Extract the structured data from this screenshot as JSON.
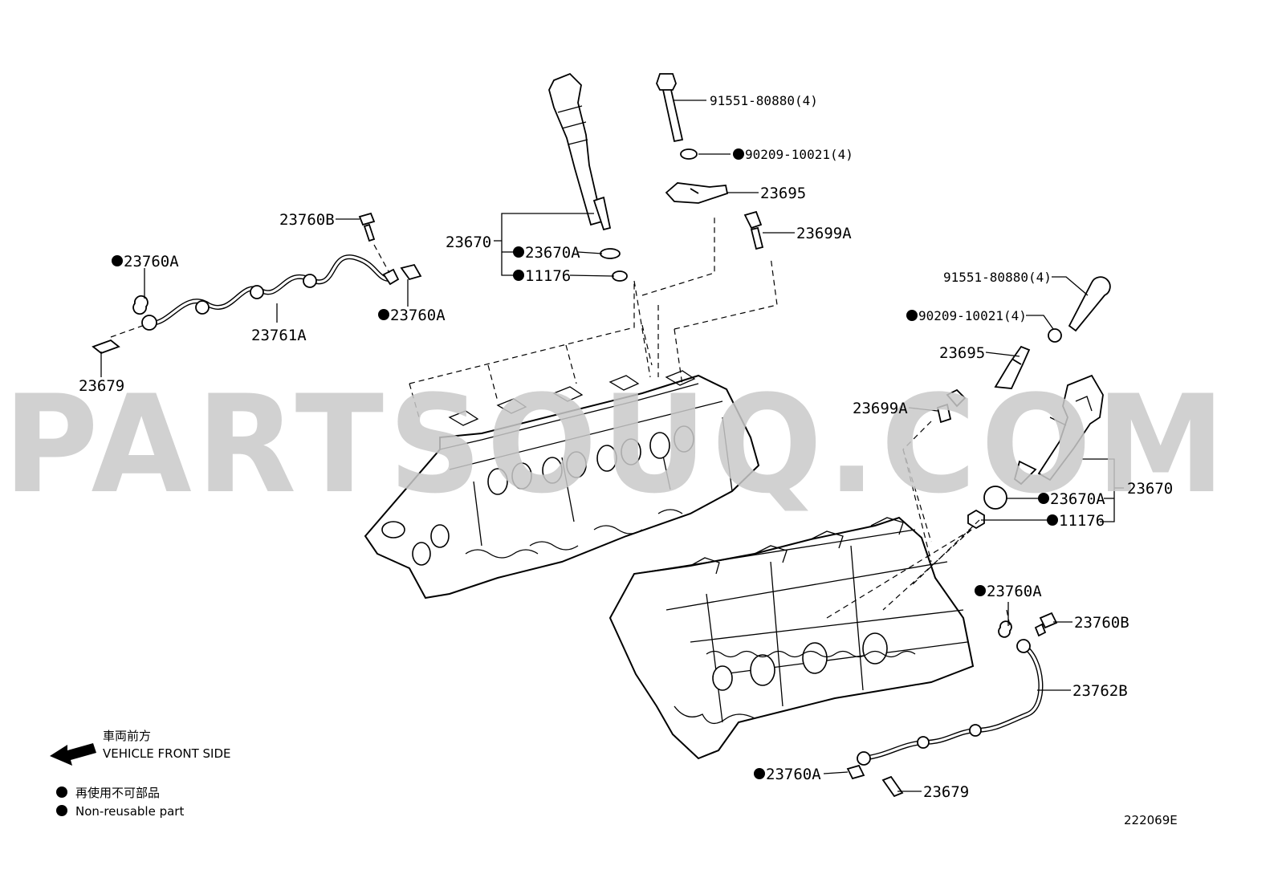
{
  "watermark": "PARTSOUQ.COM",
  "diagram_code": "222069E",
  "legend": {
    "front_jp": "車両前方",
    "front_en": "VEHICLE FRONT SIDE",
    "nonreusable_jp": "再使用不可部品",
    "nonreusable_en": "Non-reusable part"
  },
  "labels": {
    "l_91551_top": "91551-80880(4)",
    "l_90209_top": "90209-10021(4)",
    "l_23695_top": "23695",
    "l_23699A_top": "23699A",
    "l_23670_left": "23670",
    "l_23670A_left": "23670A",
    "l_11176_left": "11176",
    "l_23760B_left": "23760B",
    "l_23760A_left1": "23760A",
    "l_23760A_left2": "23760A",
    "l_23761A": "23761A",
    "l_23679_left": "23679",
    "l_91551_right": "91551-80880(4)",
    "l_90209_right": "90209-10021(4)",
    "l_23695_right": "23695",
    "l_23699A_right": "23699A",
    "l_23670_right": "23670",
    "l_23670A_right": "23670A",
    "l_11176_right": "11176",
    "l_23760A_right1": "23760A",
    "l_23760B_right": "23760B",
    "l_23762B": "23762B",
    "l_23760A_right2": "23760A",
    "l_23679_right": "23679"
  }
}
